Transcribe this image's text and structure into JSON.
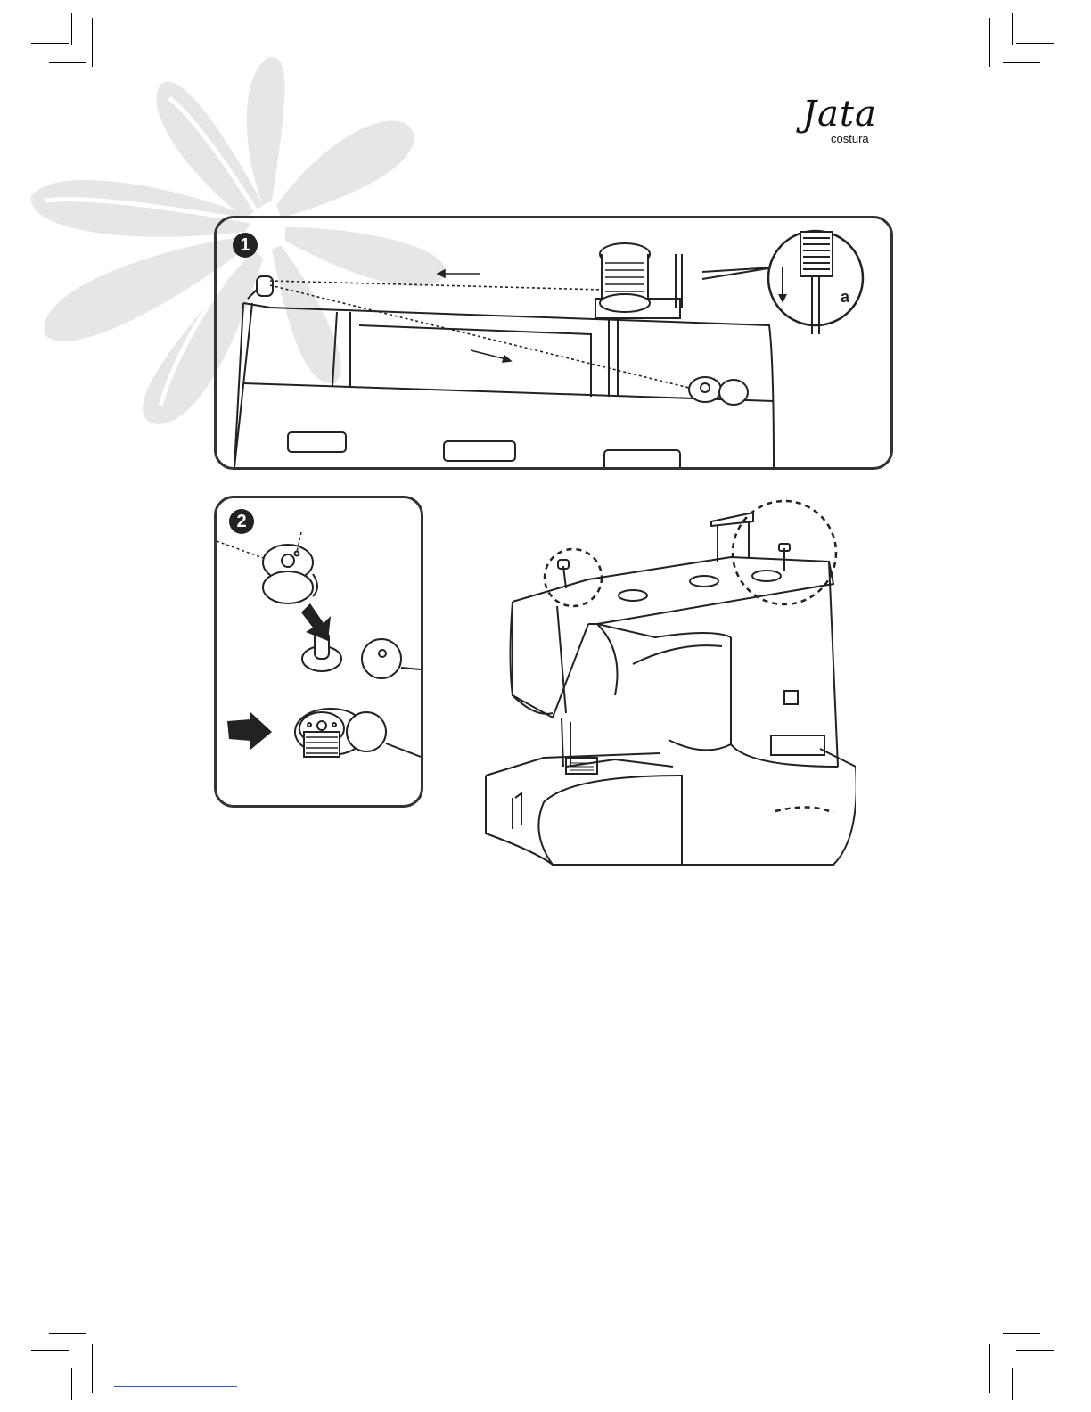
{
  "logo": {
    "script_text": "Jata",
    "sub_text": "costura"
  },
  "figure1": {
    "step_number": "1",
    "callout_label": "a"
  },
  "figure2": {
    "step_number": "2"
  },
  "colors": {
    "ink": "#222222",
    "petal": "#e6e6e6",
    "frame": "#333333"
  },
  "icons": [
    "flower-watermark",
    "jata-logo",
    "sewing-machine",
    "bobbin",
    "thread-spool",
    "arrow-icon"
  ]
}
